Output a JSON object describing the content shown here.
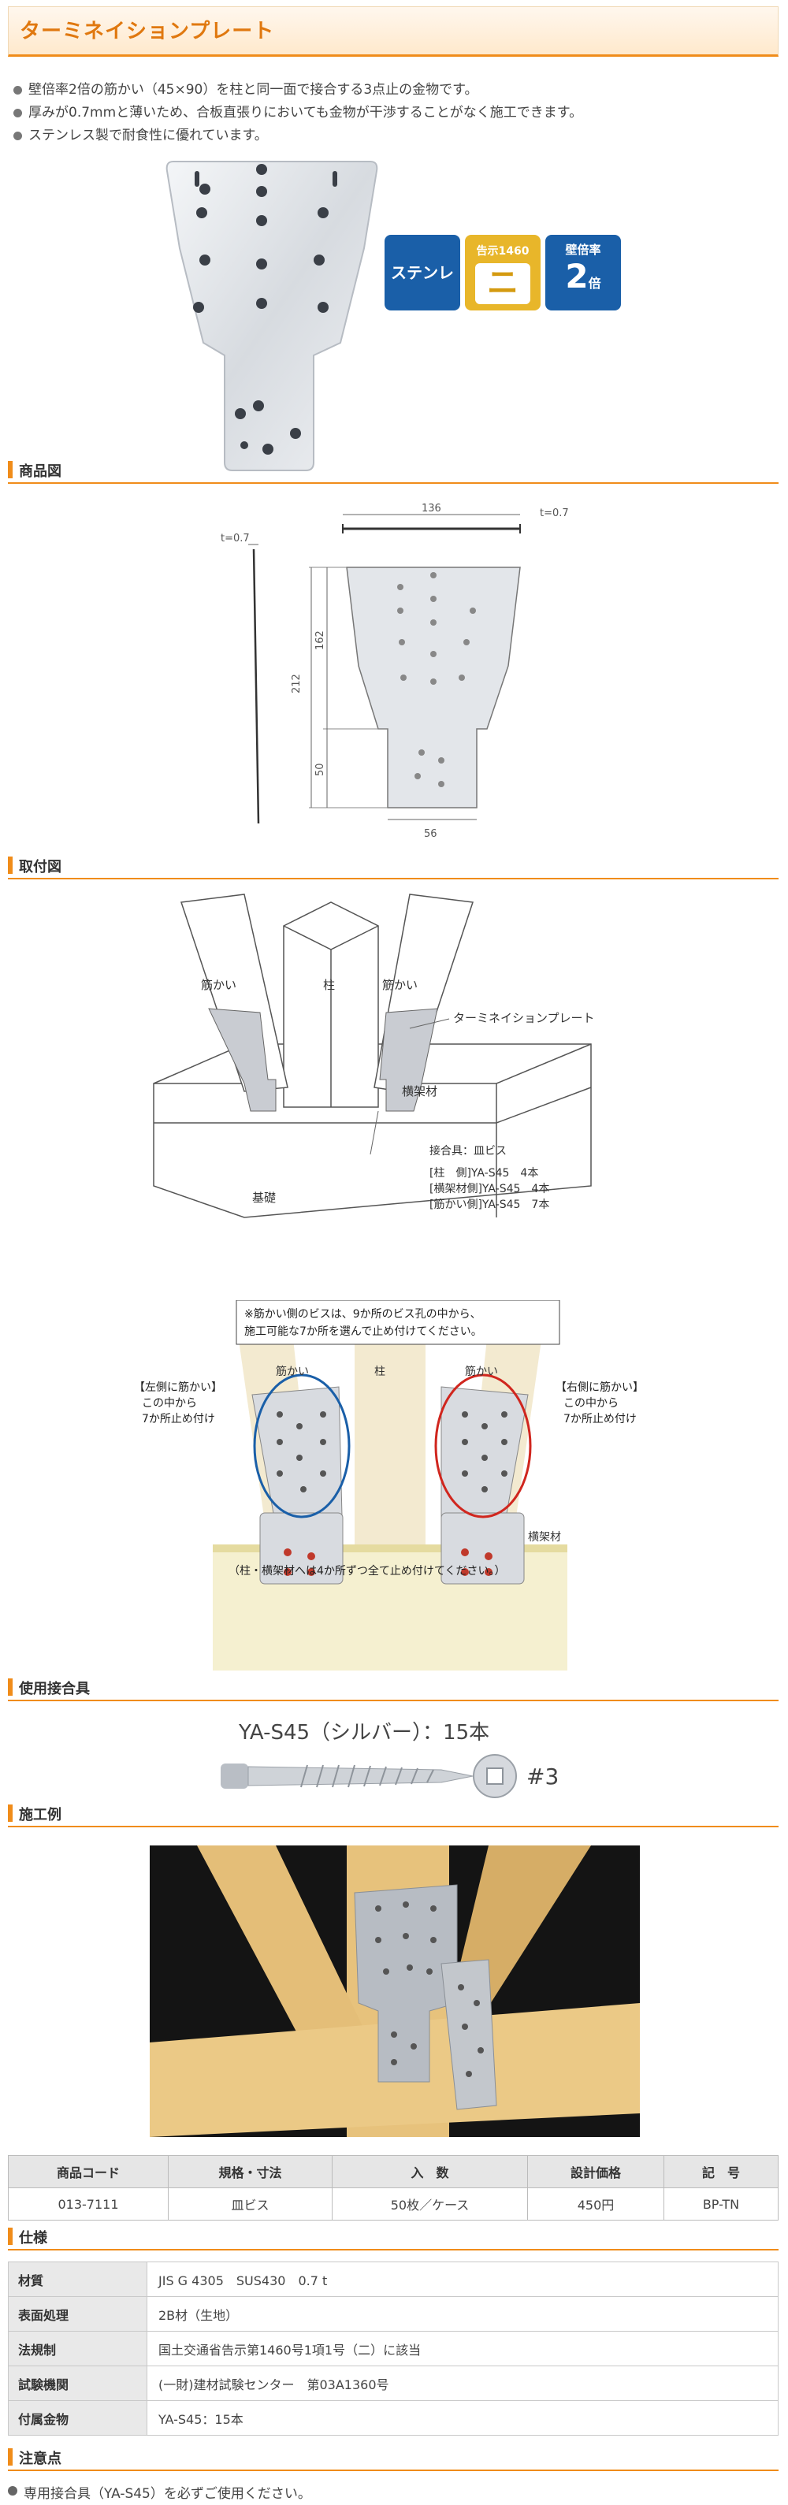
{
  "title": "ターミネイションプレート",
  "bullets": [
    "壁倍率2倍の筋かい（45×90）を柱と同一面で接合する3点止の金物です。",
    "厚みが0.7mmと薄いため、合板直張りにおいても金物が干渉することがなく施工できます。",
    "ステンレス製で耐食性に優れています。"
  ],
  "badges": {
    "material": "ステンレス",
    "kokuji_label": "告示1460",
    "kokuji_value": "ニ",
    "ratio_label": "壁倍率",
    "ratio_value": "2",
    "ratio_unit": "倍"
  },
  "sections": {
    "product_drawing": "商品図",
    "installation": "取付図",
    "fasteners": "使用接合具",
    "example": "施工例",
    "spec": "仕様",
    "notes": "注意点"
  },
  "drawing": {
    "t1": "t=0.7",
    "t2": "t=0.7",
    "width_top": "136",
    "height_total": "212",
    "height_upper": "162",
    "height_tab": "50",
    "width_tab": "56"
  },
  "installation": {
    "brace_left": "筋かい",
    "column": "柱",
    "brace_right": "筋かい",
    "plate": "ターミネイションプレート",
    "beam": "横架材",
    "foundation": "基礎",
    "fastener_title": "接合具：皿ビス",
    "fastener_lines": [
      "[柱　側]YA-S45　4本",
      "[横架材側]YA-S45　4本",
      "[筋かい側]YA-S45　7本"
    ]
  },
  "detail": {
    "top_note_1": "※筋かい側のビスは、9か所のビス孔の中から、",
    "top_note_2": "施工可能な7か所を選んで止め付けてください。",
    "left_1": "【左側に筋かい】",
    "left_2": "この中から",
    "left_3": "7か所止め付け",
    "right_1": "【右側に筋かい】",
    "right_2": "この中から",
    "right_3": "7か所止め付け",
    "brace_left": "筋かい",
    "column": "柱",
    "brace_right": "筋かい",
    "beam": "横架材",
    "bottom_note": "（柱・横架材へは4か所ずつ全て止め付けてください。）"
  },
  "screw": {
    "caption": "YA-S45（シルバー）：15本",
    "drive": "#3"
  },
  "product_table": {
    "headers": [
      "商品コード",
      "規格・寸法",
      "入　数",
      "設計価格",
      "記　号"
    ],
    "row": [
      "013-7111",
      "皿ビス",
      "50枚／ケース",
      "450円",
      "BP-TN"
    ]
  },
  "spec_table": [
    {
      "k": "材質",
      "v": "JIS G 4305　SUS430　0.7 t"
    },
    {
      "k": "表面処理",
      "v": "2B材（生地）"
    },
    {
      "k": "法規制",
      "v": "国土交通省告示第1460号1項1号（二）に該当"
    },
    {
      "k": "試験機関",
      "v": "(一財)建材試験センター　第03A1360号"
    },
    {
      "k": "付属金物",
      "v": "YA-S45：15本"
    }
  ],
  "note": "専用接合具（YA-S45）を必ずご使用ください。",
  "colors": {
    "accent": "#f08c1a",
    "badge_blue": "#1a5fa8",
    "badge_gold": "#e8b62a"
  }
}
